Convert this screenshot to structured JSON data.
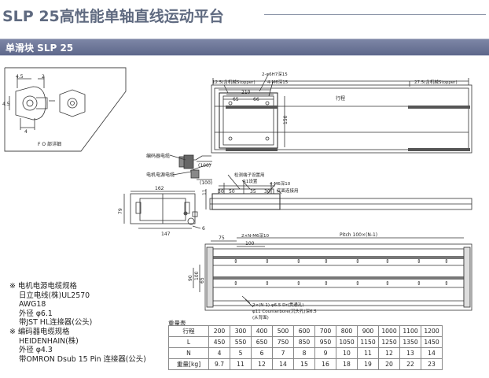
{
  "page": {
    "title": "SLP 25高性能单轴直线运动平台",
    "section": "单滑块 SLP 25"
  },
  "drawing": {
    "detail": {
      "dim_a": "4.5",
      "dim_b": "2",
      "dim_c": "4.5",
      "dim_d": "4",
      "caption": "F O 部详细"
    },
    "top_view": {
      "stopper_left": "12.5(含机械Stopper)",
      "stopper_right": "27.5(含机械Stopper)",
      "holes_2": "2-φ6H7深15",
      "holes_4": "4-M6深15",
      "d210": "210",
      "d65": "65",
      "d66": "66",
      "stroke": "行程",
      "d150": "150",
      "encoder_cable": "编码器电缆",
      "motor_cable": "电机电源电缆",
      "d100a": "(100)",
      "d100b": "(100)"
    },
    "side_view": {
      "label_sensor": "检测端子设置用",
      "label_ri": "R1设置",
      "label_m6": "4-M6深10",
      "label_fix": "底面连接用",
      "d11": "11",
      "d30": "30",
      "d50": "50",
      "d35": "35",
      "d30b": "30"
    },
    "end_view": {
      "d162": "162",
      "d79": "79",
      "d147": "147",
      "d6": "6"
    },
    "base_view": {
      "d75": "75",
      "d100": "100",
      "nm6": "2×N-M6深10",
      "pitch": "Pitch 100×(N-1)",
      "d100v": "100",
      "d90v": "90",
      "d65v": "65",
      "hole1": "2×(N-1)-φ6.5 Dr(贯通孔)",
      "hole2": "φ11 Counterbore(沉头孔)深6.5",
      "hole3": "(从背面)"
    }
  },
  "notes": {
    "motor_title": "※ 电机电源电缆规格",
    "motor_1": "日立电线(株)UL2570",
    "motor_2": "AWG18",
    "motor_3": "外径 φ6.1",
    "motor_4": "带JST HL连接器(公头)",
    "enc_title": "※ 编码器电缆规格",
    "enc_1": "HEIDENHAIN(株)",
    "enc_2": "外径 φ4.3",
    "enc_3": "带OMRON Dsub 15 Pin 连接器(公头)"
  },
  "table": {
    "title": "重量表",
    "rows": [
      {
        "label": "行程",
        "values": [
          "200",
          "300",
          "400",
          "500",
          "600",
          "700",
          "800",
          "900",
          "1000",
          "1100",
          "1200"
        ]
      },
      {
        "label": "L",
        "values": [
          "450",
          "550",
          "650",
          "750",
          "850",
          "950",
          "1050",
          "1150",
          "1250",
          "1350",
          "1450"
        ]
      },
      {
        "label": "N",
        "values": [
          "4",
          "5",
          "6",
          "7",
          "8",
          "9",
          "10",
          "11",
          "12",
          "13",
          "14"
        ]
      },
      {
        "label": "重量[kg]",
        "values": [
          "9.7",
          "11",
          "12",
          "14",
          "15",
          "16",
          "18",
          "19",
          "20",
          "22",
          "23"
        ]
      }
    ]
  }
}
